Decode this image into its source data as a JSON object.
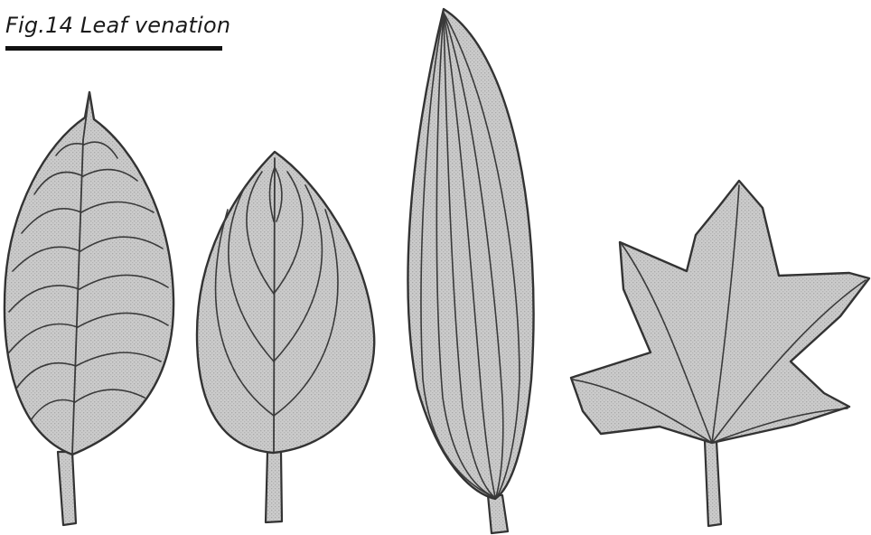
{
  "figure": {
    "caption": "Fig.14 Leaf venation",
    "colors": {
      "leaf_fill": "#c9c9c9",
      "outline": "#333333",
      "vein": "#3a3a3a",
      "caption_rule": "#111111"
    },
    "leaves": [
      {
        "id": "pinnate-leaf"
      },
      {
        "id": "arcuate-leaf"
      },
      {
        "id": "parallel-leaf"
      },
      {
        "id": "palmate-leaf"
      }
    ]
  }
}
